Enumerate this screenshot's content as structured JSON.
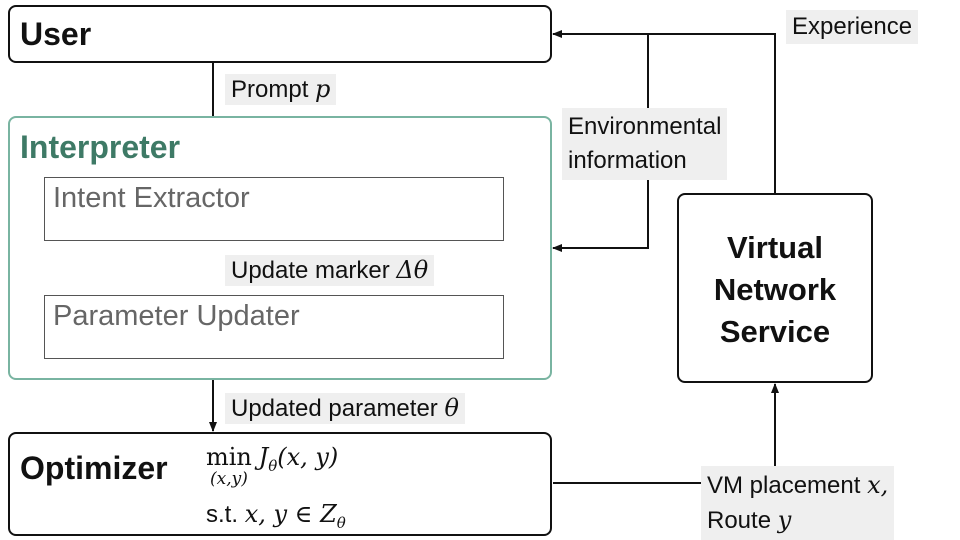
{
  "user": {
    "title": "User"
  },
  "interpreter": {
    "title": "Interpreter",
    "color": "#3e7a66",
    "intent_extractor": "Intent Extractor",
    "parameter_updater": "Parameter Updater"
  },
  "optimizer": {
    "title": "Optimizer",
    "objective_op": "min",
    "objective_sub": "(x,y)",
    "objective_fn": "J",
    "objective_fn_sub": "θ",
    "objective_args": "(x, y)",
    "constraint_prefix": "s.t.",
    "constraint_vars": "x, y ∈ ",
    "constraint_set": "Z",
    "constraint_set_sub": "θ"
  },
  "vns": {
    "line1": "Virtual",
    "line2": "Network",
    "line3": "Service"
  },
  "labels": {
    "prompt_text": "Prompt",
    "prompt_sym": "p",
    "update_marker_text": "Update marker",
    "update_marker_sym": "Δθ",
    "updated_param_text": "Updated parameter",
    "updated_param_sym": "θ",
    "env_line1": "Environmental",
    "env_line2": "information",
    "experience": "Experience",
    "vm_text": "VM placement",
    "vm_sym": "x,",
    "route_text": "Route",
    "route_sym": "y"
  }
}
